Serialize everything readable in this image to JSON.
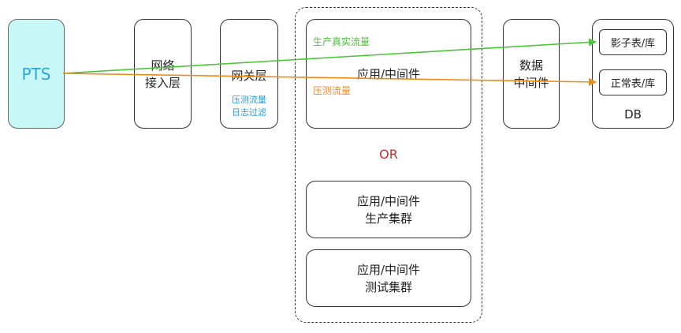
{
  "nodes": {
    "pts": {
      "label": "PTS"
    },
    "network_access": {
      "line1": "网络",
      "line2": "接入层"
    },
    "gateway": {
      "label": "网关层",
      "note_line1": "压测流量",
      "note_line2": "日志过滤"
    },
    "app_middleware": {
      "label": "应用/中间件"
    },
    "or_label": "OR",
    "app_prod_cluster": {
      "line1": "应用/中间件",
      "line2": "生产集群"
    },
    "app_test_cluster": {
      "line1": "应用/中间件",
      "line2": "测试集群"
    },
    "data_middleware": {
      "line1": "数据",
      "line2": "中间件"
    },
    "db": {
      "label": "DB",
      "shadow_table": "影子表/库",
      "normal_table": "正常表/库"
    }
  },
  "flows": {
    "production": {
      "label": "生产真实流量",
      "color": "#4cc439"
    },
    "pressure_test": {
      "label": "压测流量",
      "color": "#ee8c1a"
    }
  },
  "colors": {
    "pts_fill": "#c8f7f8",
    "pts_text": "#2aa6d8",
    "gateway_note": "#2c9ad6",
    "or_text": "#c9302c"
  }
}
